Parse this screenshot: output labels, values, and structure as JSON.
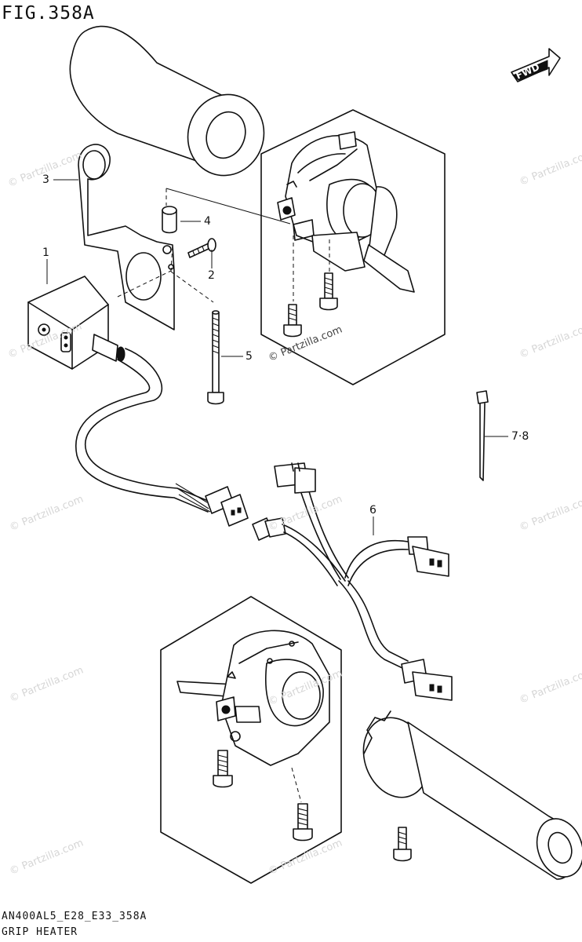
{
  "figure": {
    "title": "FIG.358A"
  },
  "footer": {
    "code": "AN400AL5_E28_E33_358A",
    "name": "GRIP HEATER"
  },
  "fwd_label": "FWD",
  "callouts": [
    {
      "id": "c1",
      "label": "1"
    },
    {
      "id": "c2",
      "label": "2"
    },
    {
      "id": "c3",
      "label": "3"
    },
    {
      "id": "c4",
      "label": "4"
    },
    {
      "id": "c5",
      "label": "5"
    },
    {
      "id": "c6",
      "label": "6"
    },
    {
      "id": "c78",
      "label": "7·8"
    }
  ],
  "watermark": {
    "text": "© Partzilla.com"
  },
  "colors": {
    "line": "#111111",
    "watermark": "#d6d6d6"
  }
}
